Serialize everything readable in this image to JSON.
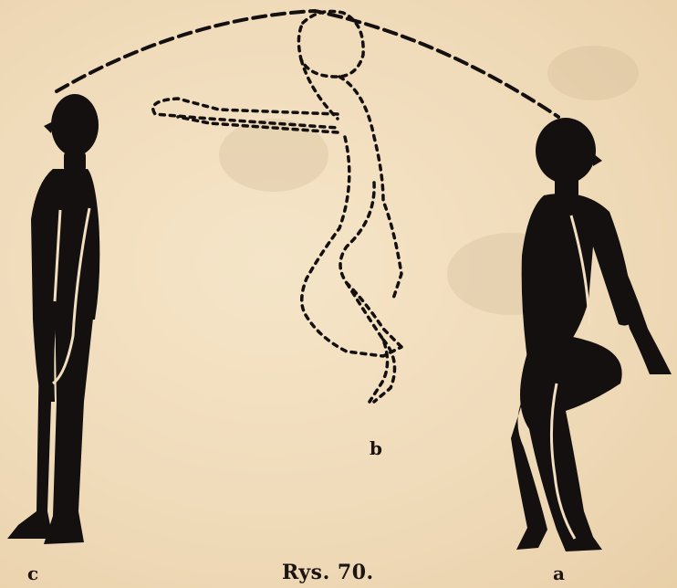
{
  "figure": {
    "caption": "Rys. 70.",
    "labels": {
      "c": "c",
      "b": "b",
      "a": "a"
    },
    "ink_color": "#141010",
    "paper_color": "#f1dfc0"
  }
}
